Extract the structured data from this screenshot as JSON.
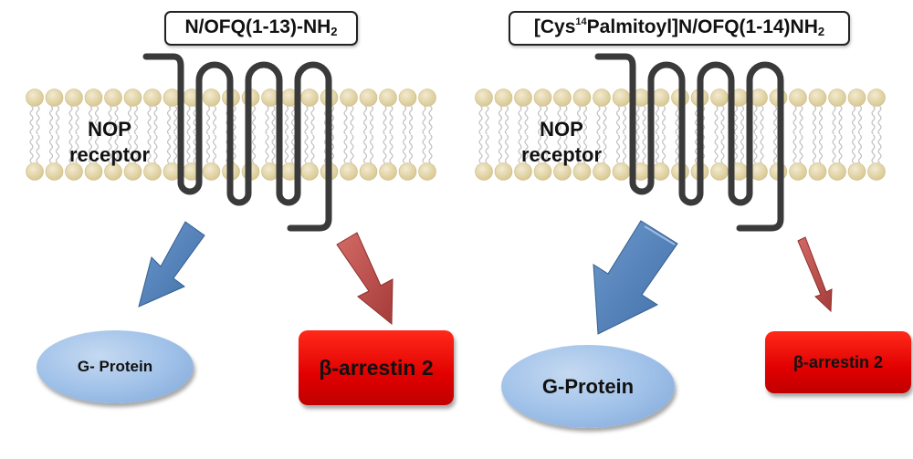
{
  "panels": [
    {
      "ligand": {
        "prefix": "",
        "sup": "",
        "main": "N/OFQ(1-13)-NH",
        "sub": "2",
        "suffix": ""
      },
      "receptor_label": {
        "line1": "NOP",
        "line2": "receptor"
      },
      "g_protein_label": "G- Protein",
      "arrestin_label": "β-arrestin 2",
      "g_protein_signal": "strong",
      "arrestin_signal": "strong"
    },
    {
      "ligand": {
        "prefix": "[Cys",
        "sup": "14",
        "main": "Palmitoyl]N/OFQ(1-14)NH",
        "sub": "2",
        "suffix": ""
      },
      "receptor_label": {
        "line1": "NOP",
        "line2": "receptor"
      },
      "g_protein_label": "G-Protein",
      "arrestin_label": "β-arrestin 2",
      "g_protein_signal": "enhanced",
      "arrestin_signal": "reduced"
    }
  ],
  "colors": {
    "lipid_head": "#e0d3a3",
    "lipid_tail": "#bfbfbf",
    "receptor": "#3a3a3a",
    "g_protein_arrow": "#4f81bd",
    "arrestin_arrow": "#c0504d",
    "g_protein": "#9ec0e8",
    "arrestin": "#e00000"
  }
}
